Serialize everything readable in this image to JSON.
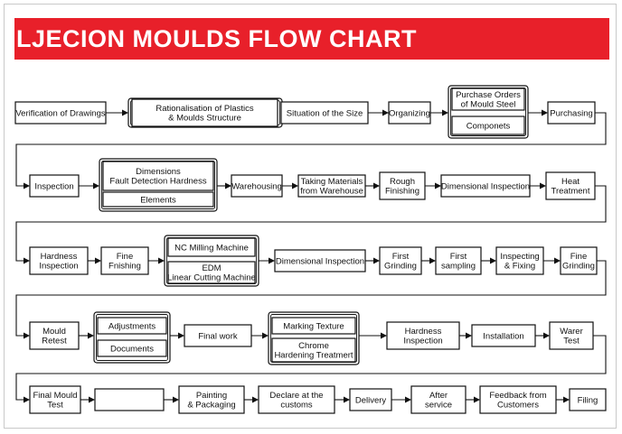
{
  "title": "LJECION MOULDS FLOW CHART",
  "colors": {
    "banner": "#e8202a",
    "banner_text": "#ffffff",
    "box_stroke": "#111111",
    "line": "#111111"
  },
  "steps": {
    "verification_of_drawings": [
      "Verification of Drawings"
    ],
    "rationalisation": [
      "Rationalisation of Plastics",
      "& Moulds Structure"
    ],
    "situation_of_size": [
      "Situation of the Size"
    ],
    "organizing": [
      "Organizing"
    ],
    "purchase_orders": [
      "Purchase Orders",
      "of Mould Steel"
    ],
    "componets": [
      "Componets"
    ],
    "purchasing": [
      "Purchasing"
    ],
    "inspection": [
      "Inspection"
    ],
    "dimensions": [
      "Dimensions",
      "Fault Detection    Hardness"
    ],
    "elements": [
      "Elements"
    ],
    "warehousing": [
      "Warehousing"
    ],
    "taking_materials": [
      "Taking Materials",
      "from Warehouse"
    ],
    "rough_finishing": [
      "Rough",
      "Finishing"
    ],
    "dimensional_inspection_1": [
      "Dimensional Inspection"
    ],
    "heat_treatment": [
      "Heat",
      "Treatment"
    ],
    "hardness_inspection_1": [
      "Hardness",
      "Inspection"
    ],
    "fine_finishing": [
      "Fine",
      "Fnishing"
    ],
    "nc_milling": [
      "NC Milling Machine"
    ],
    "edm": [
      "EDM",
      "Linear Cutting Machine"
    ],
    "dimensional_inspection_2": [
      "Dimensional Inspection"
    ],
    "first_grinding": [
      "First",
      "Grinding"
    ],
    "first_sampling": [
      "First",
      "sampling"
    ],
    "inspecting_fixing": [
      "Inspecting",
      "& Fixing"
    ],
    "fine_grinding": [
      "Fine",
      "Grinding"
    ],
    "mould_retest": [
      "Mould",
      "Retest"
    ],
    "adjustments": [
      "Adjustments"
    ],
    "documents": [
      "Documents"
    ],
    "final_work": [
      "Final work"
    ],
    "marking_texture": [
      "Marking      Texture"
    ],
    "chrome_hardening": [
      "Chrome",
      "Hardening Treatmert"
    ],
    "hardness_inspection_2": [
      "Hardness",
      "Inspection"
    ],
    "installation": [
      "Installation"
    ],
    "warer_test": [
      "Warer",
      "Test"
    ],
    "final_mould_test": [
      "Final Mould",
      "Test"
    ],
    "blank": [],
    "painting_packaging": [
      "Painting",
      "& Packaging"
    ],
    "declare_customs": [
      "Declare at the",
      "customs"
    ],
    "delivery": [
      "Delivery"
    ],
    "after_service": [
      "After",
      "service"
    ],
    "feedback": [
      "Feedback from",
      "Customers"
    ],
    "filing": [
      "Filing"
    ]
  }
}
